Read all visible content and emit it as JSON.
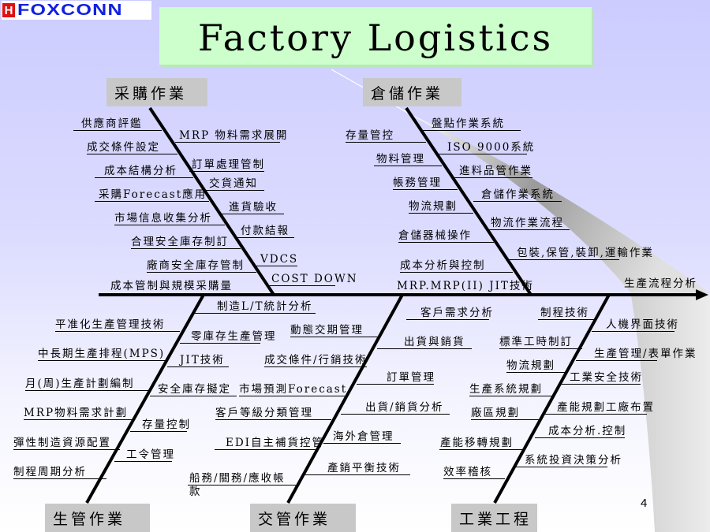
{
  "logo": {
    "text": "FOXCONN",
    "mark": "H"
  },
  "title": "Factory Logistics",
  "spine_label": "生產流程分析",
  "page_number": "4",
  "categories": {
    "procurement": "采購作業",
    "warehouse": "倉儲作業",
    "production": "生管作業",
    "delivery": "交管作業",
    "ie": "工業工程"
  },
  "procurement": {
    "left": [
      "供應商評鑑",
      "成交條件設定",
      "成本結構分析",
      "采購Forecast應用",
      "市場信息收集分析",
      "合理安全庫存制訂",
      "廠商安全庫存管制",
      "成本管制與規模采購量"
    ],
    "right": [
      "MRP 物料需求展開",
      "訂單處理管制",
      "交貨通知",
      "進貨驗收",
      "付款結報",
      "VDCS",
      "COST DOWN"
    ]
  },
  "warehouse": {
    "left": [
      "存量管控",
      "物料管理",
      "帳務管理",
      "物流規劃",
      "倉儲器械操作",
      "成本分析與控制",
      "MRP.MRP(II) JIT技術"
    ],
    "right": [
      "盤點作業系統",
      "ISO 9000系統",
      "進料品管作業",
      "倉儲作業系統",
      "物流作業流程",
      "包裝,保管,裝卸,運輸作業"
    ]
  },
  "production": {
    "left": [
      "平准化生產管理技術",
      "中長期生產排程(MPS)",
      "月(周)生產計劃編制",
      "MRP物料需求計劃",
      "彈性制造資源配置",
      "制程周期分析"
    ],
    "right": [
      "制造L/T統計分析",
      "零庫存生產管理",
      "JIT技術",
      "安全庫存擬定",
      "存量控制",
      "工令管理"
    ]
  },
  "delivery": {
    "left": [
      "動態交期管理",
      "成交條件/行銷技術",
      "市場預測Forecast",
      "客戶等級分類管理",
      "EDI自主補貨控管",
      "船務/關務/應收帳款"
    ],
    "right": [
      "客戶需求分析",
      "出貨與銷貨",
      "訂單管理",
      "出貨/銷貨分析",
      "海外倉管理",
      "產銷平衡技術"
    ]
  },
  "ie": {
    "left": [
      "制程技術",
      "標準工時制訂",
      "物流規劃",
      "生產系統規劃",
      "廠區規劃",
      "產能移轉規劃",
      "效率稽核"
    ],
    "right": [
      "人機界面技術",
      "生產管理/表單作業",
      "工業安全技術",
      "產能規劃工廠布置",
      "成本分析.控制",
      "系統投資決策分析"
    ]
  }
}
